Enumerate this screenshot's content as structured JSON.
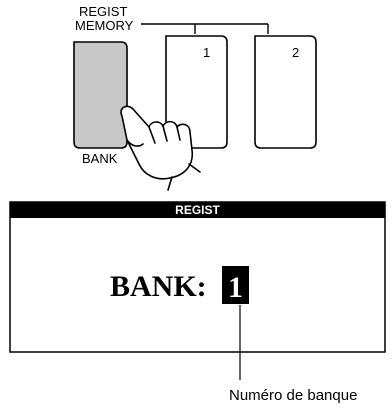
{
  "panel": {
    "regist_memory_line1": "REGIST",
    "regist_memory_line2": "MEMORY",
    "bank_label": "BANK",
    "button_1_label": "1",
    "button_2_label": "2"
  },
  "display": {
    "title": "REGIST",
    "bank_text": "BANK:",
    "bank_number": "1"
  },
  "caption": "Numéro de banque",
  "colors": {
    "bank_button_fill": "#c8c8c8",
    "display_header_fill": "#000000",
    "number_highlight_fill": "#000000"
  },
  "icons": [
    "pressing-hand-icon"
  ]
}
